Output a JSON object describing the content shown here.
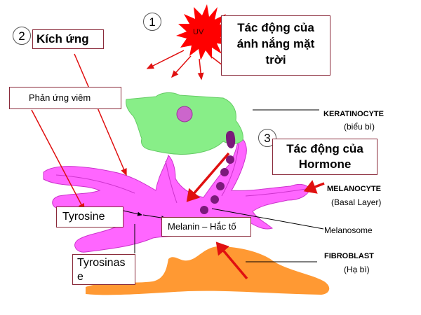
{
  "steps": {
    "one": "1",
    "two": "2",
    "three": "3"
  },
  "labels": {
    "uv": "UV",
    "sun_effect_line1": "Tác động của",
    "sun_effect_line2": "ánh nắng mặt",
    "sun_effect_line3": "trời",
    "irritation": "Kích ứng",
    "inflammation": "Phản ứng viêm",
    "hormone_line1": "Tác động của",
    "hormone_line2": "Hormone",
    "tyrosine": "Tyrosine",
    "tyrosinase_line1": "Tyrosinas",
    "tyrosinase_line2": "e",
    "melanin": "Melanin – Hắc tố",
    "melanosome": "Melanosome",
    "keratinocyte": "KERATINOCYTE",
    "keratinocyte_sub": "(biểu bì)",
    "melanocyte": "MELANOCYTE",
    "melanocyte_sub": "(Basal Layer)",
    "fibroblast": "FIBROBLAST",
    "fibroblast_sub": "(Hạ bì)"
  },
  "colors": {
    "keratinocyte": "#88ee88",
    "melanocyte": "#ff66ff",
    "fibroblast": "#ff9933",
    "melanosome": "#7a1a7a",
    "arrow_red": "#e01010",
    "sun": "#ff0000"
  }
}
